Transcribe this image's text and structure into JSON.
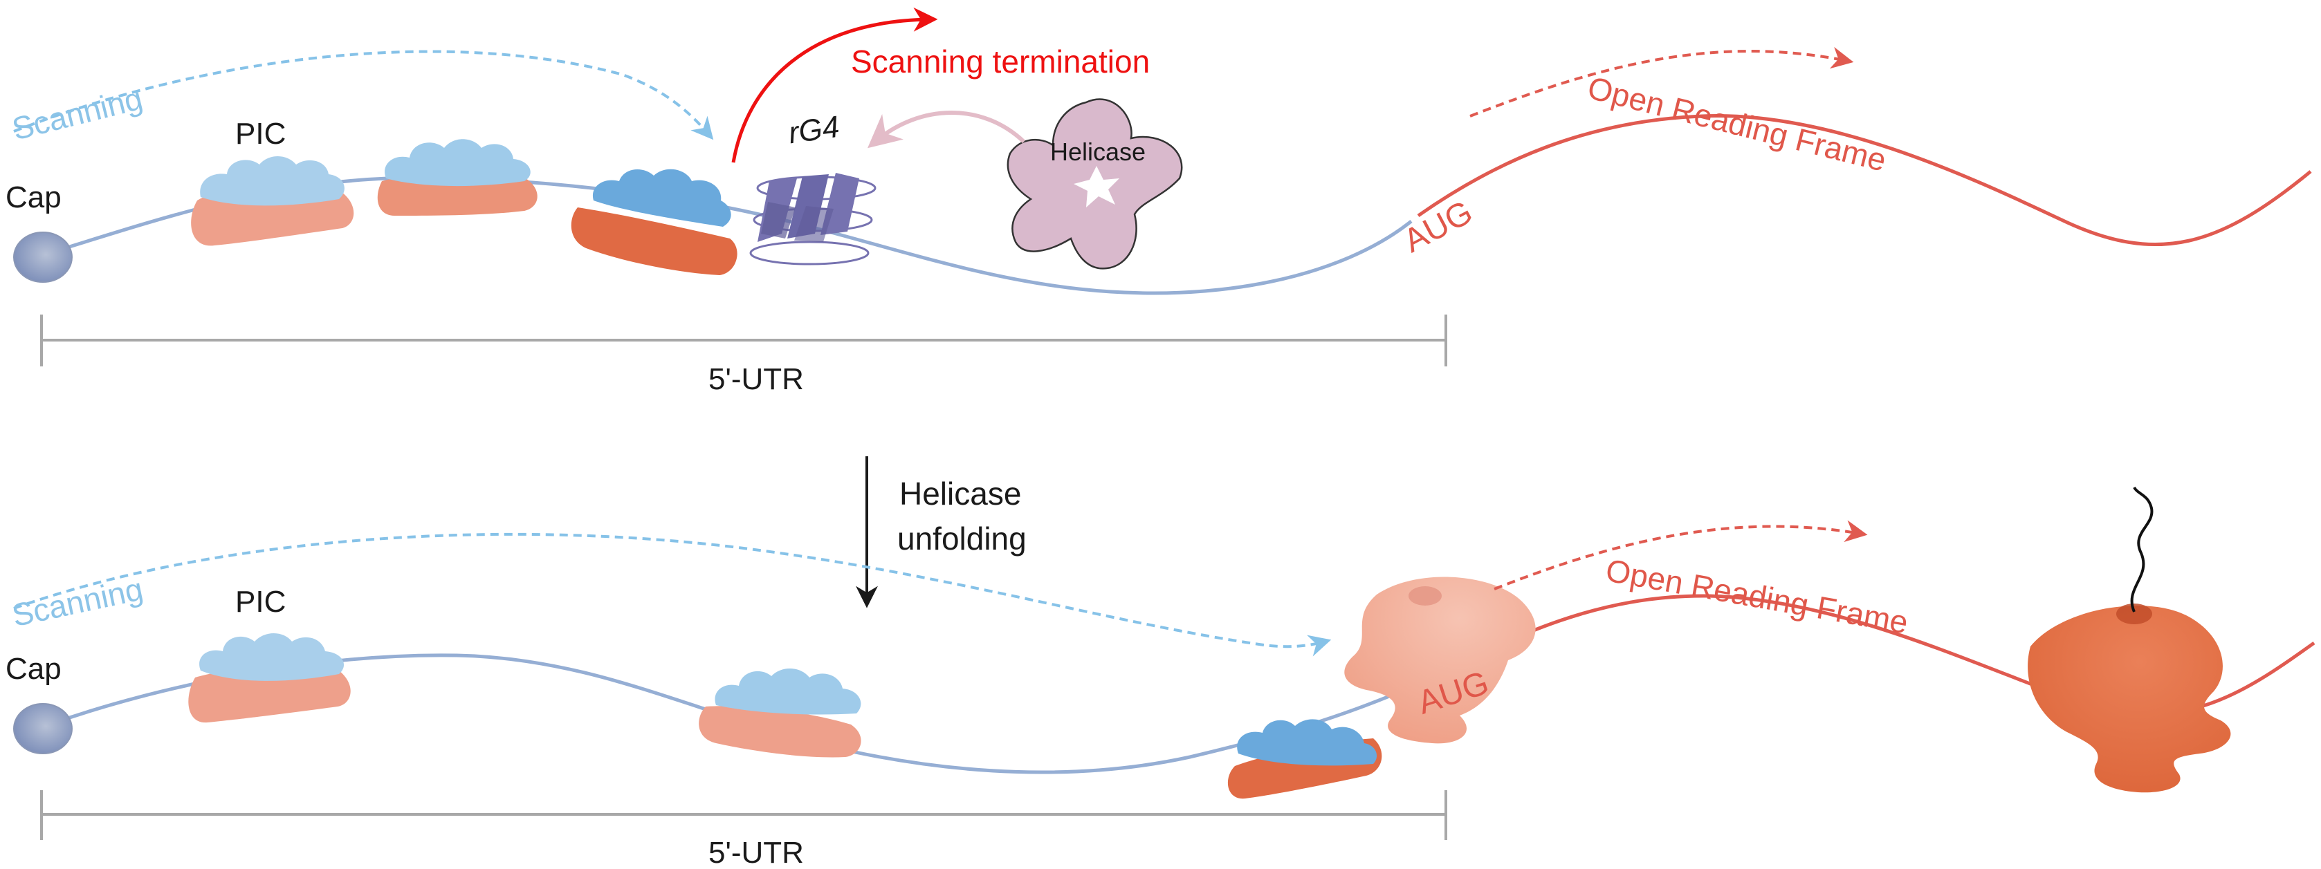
{
  "top": {
    "scanning": "Scanning",
    "pic": "PIC",
    "cap": "Cap",
    "rg4": "rG4",
    "helicase": "Helicase",
    "termination": "Scanning termination",
    "aug": "AUG",
    "orf": "Open Reading Frame",
    "utr": "5'-UTR"
  },
  "transition": {
    "line1": "Helicase",
    "line2": "unfolding"
  },
  "bottom": {
    "scanning": "Scanning",
    "pic": "PIC",
    "cap": "Cap",
    "aug": "AUG",
    "orf": "Open Reading Frame",
    "utr": "5'-UTR"
  },
  "colors": {
    "mrna": "#95aed4",
    "orf": "#e05a50",
    "scan_arrow": "#86c2e8",
    "termination_arrow": "#ee1111",
    "small_subunit_light": "#a9cfeb",
    "small_subunit_dark": "#6aa9dc",
    "large_subunit_light": "#eea08b",
    "large_subunit_dark": "#e06a44",
    "helicase": "#d9b9cc",
    "rg4": "#7672b0",
    "ribosome_light": "#f1b09d",
    "ribosome_dark": "#e27048",
    "bracket": "#a8a8a8"
  }
}
